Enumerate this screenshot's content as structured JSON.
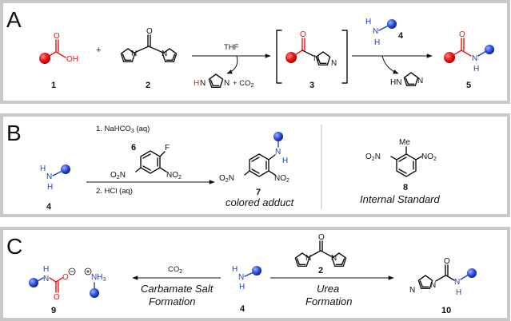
{
  "panels": {
    "a": {
      "letter": "A"
    },
    "b": {
      "letter": "B"
    },
    "c": {
      "letter": "C"
    }
  },
  "panel_a": {
    "plus": "+",
    "oh": "OH",
    "o": "O",
    "n": "N",
    "reagent": "THF",
    "byproduct_h": "H",
    "byproduct_n": "N",
    "byproduct_co2": "+ CO",
    "co2_sub": "2",
    "amine_h": "H",
    "amine_n": "N",
    "amine_hn": "HN",
    "amide_h": "H",
    "labels": [
      "1",
      "2",
      "3",
      "4",
      "5"
    ]
  },
  "panel_b": {
    "step1": "1. NaHCO",
    "step1_sub": "3",
    "step1_aq": " (aq)",
    "reagent_num": "6",
    "step2": "2. HCl (aq)",
    "o2n": "O",
    "o2n_sub": "2",
    "o2n_n": "N",
    "no2": "NO",
    "no2_sub": "2",
    "f": "F",
    "me": "Me",
    "h": "H",
    "n": "N",
    "labels": [
      "4",
      "7",
      "8"
    ],
    "adduct_caption": "colored adduct",
    "standard_caption": "Internal Standard"
  },
  "panel_c": {
    "co2": "CO",
    "co2_sub": "2",
    "carbamate_line1": "Carbamate Salt",
    "carbamate_line2": "Formation",
    "urea_line1": "Urea",
    "urea_line2": "Formation",
    "nh3": "NH",
    "nh3_sub": "3",
    "h": "H",
    "n": "N",
    "o": "O",
    "labels": [
      "9",
      "4",
      "2",
      "10"
    ]
  },
  "colors": {
    "red": "#e11111",
    "blue": "#1a3ec8",
    "frame": "#c8c8c8"
  }
}
